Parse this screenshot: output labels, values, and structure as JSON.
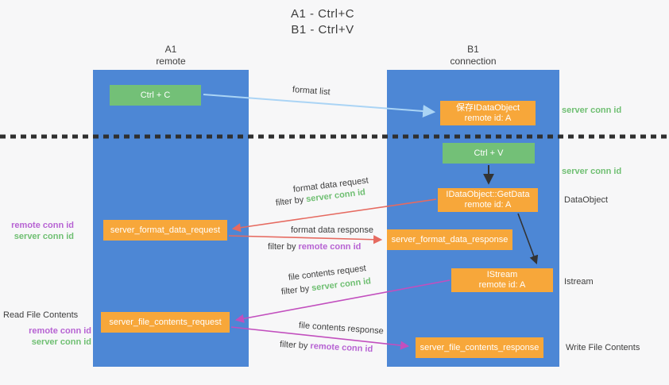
{
  "colors": {
    "bg": "#f7f7f8",
    "column-blue": "#4d87d5",
    "box-green": "#73c077",
    "box-orange": "#f7a73a",
    "arrow-lightblue": "#aad4f5",
    "arrow-red": "#e66a60",
    "arrow-magenta": "#c24fbe",
    "arrow-black": "#333333",
    "text-purple": "#b763d3",
    "text-green": "#6fbf72",
    "text-dark": "#3d3d3d",
    "dotted-line": "#2f2f2f"
  },
  "title": {
    "line1": "A1 - Ctrl+C",
    "line2": "B1 - Ctrl+V"
  },
  "columns": {
    "a1": {
      "name": "A1",
      "role": "remote"
    },
    "b1": {
      "name": "B1",
      "role": "connection"
    }
  },
  "boxes": {
    "ctrl_c": {
      "label": "Ctrl + C"
    },
    "ctrl_v": {
      "label": "Ctrl + V"
    },
    "save_dataobject": {
      "line1": "保存IDataObject",
      "line2": "remote id: A"
    },
    "getdata": {
      "line1": "IDataObject::GetData",
      "line2": "remote id: A"
    },
    "istream": {
      "line1": "IStream",
      "line2": "remote id: A"
    },
    "format_request": {
      "label": "server_format_data_request"
    },
    "format_response": {
      "label": "server_format_data_response"
    },
    "file_request": {
      "label": "server_file_contents_request"
    },
    "file_response": {
      "label": "server_file_contents_response"
    }
  },
  "arrow_labels": {
    "format_list": "format list",
    "format_data_request": "format data request",
    "format_data_response": "format data response",
    "file_contents_request": "file contents request",
    "file_contents_response": "file contents response",
    "filter_by": "filter by ",
    "server_conn_id": "server conn id",
    "remote_conn_id": "remote conn id"
  },
  "side_labels": {
    "server_conn_id_top": "server conn id",
    "server_conn_id_mid": "server conn id",
    "dataobject": "DataObject",
    "istream": "Istream",
    "write_file_contents": "Write File Contents",
    "read_file_contents": "Read File Contents",
    "remote_conn_id": "remote conn id",
    "server_conn_id": "server conn id"
  }
}
